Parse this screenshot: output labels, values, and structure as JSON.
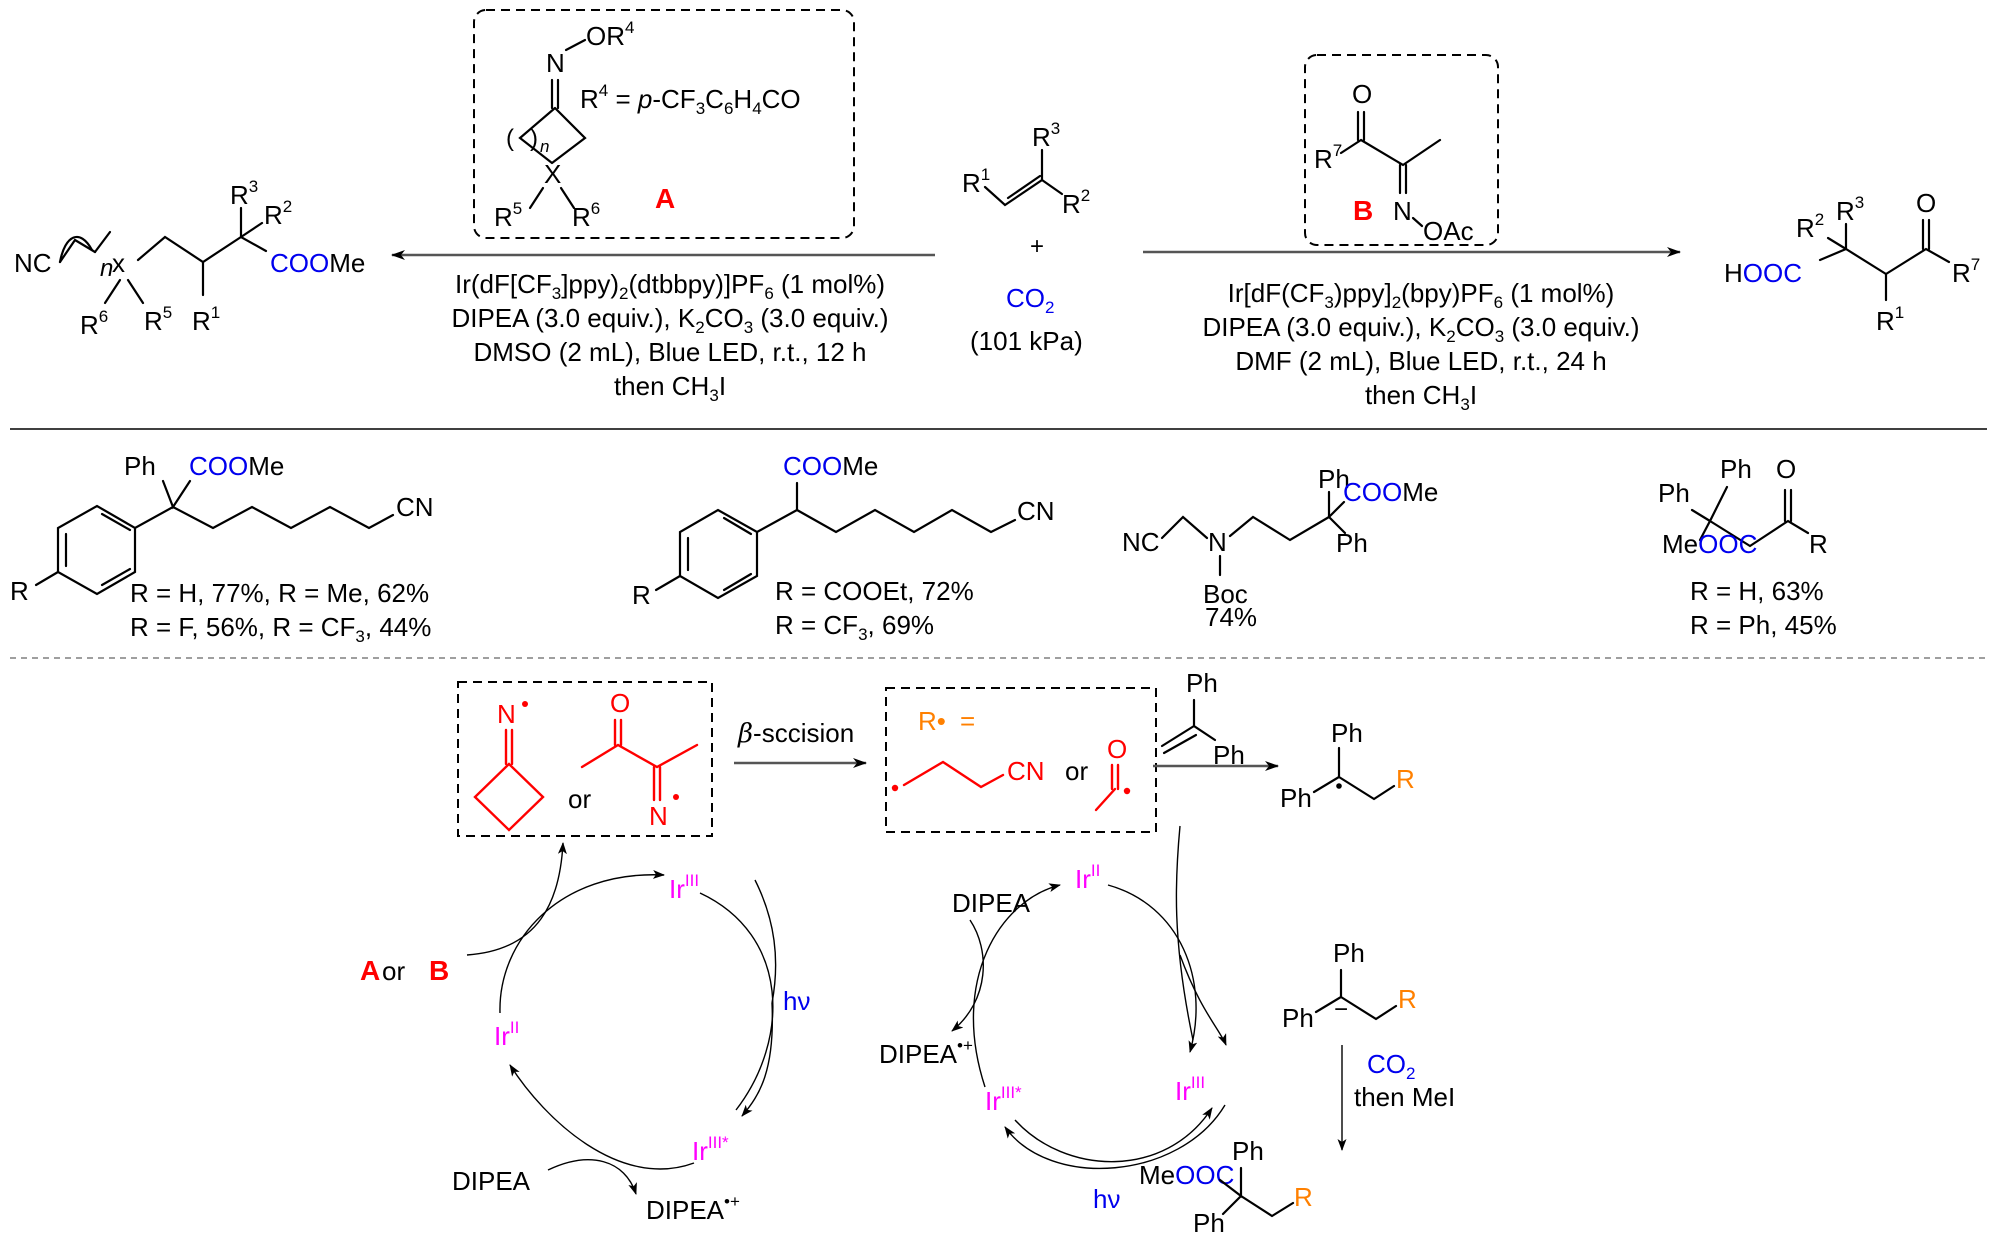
{
  "colors": {
    "carboxyl_blue": "#0000ee",
    "reagent_red": "#ff0000",
    "iridium_magenta": "#ff00ff",
    "radical_orange": "#ff8000",
    "ink": "#000000"
  },
  "top": {
    "left_product": {
      "nc": "NC",
      "n": "n",
      "x": "x",
      "r6": "R",
      "r6_sup": "6",
      "r5": "R",
      "r5_sup": "5",
      "r1": "R",
      "r1_sup": "1",
      "r3": "R",
      "r3_sup": "3",
      "r2": "R",
      "r2_sup": "2",
      "coo": "COO",
      "me": "Me"
    },
    "reagent_A": {
      "label": "A",
      "n_atom": "N",
      "or4": "OR",
      "or4_sup": "4",
      "r4_def_r": "R",
      "r4_def_sup": "4",
      "r4_def_eq": " = ",
      "r4_def_p": "p",
      "r4_def_rest": "-CF",
      "r4_def_s1": "3",
      "r4_def_c": "C",
      "r4_def_s2": "6",
      "r4_def_h": "H",
      "r4_def_s3": "4",
      "r4_def_co": "CO",
      "paren_open": "(",
      "paren_close": ")",
      "n": "n",
      "x": "X",
      "r5": "R",
      "r5_sup": "5",
      "r6": "R",
      "r6_sup": "6"
    },
    "left_conditions": {
      "line1_a": "Ir(dF[CF",
      "line1_s1": "3",
      "line1_b": "]ppy)",
      "line1_s2": "2",
      "line1_c": "(dtbbpy)]PF",
      "line1_s3": "6",
      "line1_d": " (1 mol%)",
      "line2_a": "DIPEA (3.0 equiv.), K",
      "line2_s1": "2",
      "line2_b": "CO",
      "line2_s2": "3",
      "line2_c": " (3.0 equiv.)",
      "line3": "DMSO (2 mL), Blue LED, r.t., 12 h",
      "line4_a": "then CH",
      "line4_s": "3",
      "line4_b": "I"
    },
    "alkene": {
      "r1": "R",
      "r1_sup": "1",
      "r2": "R",
      "r2_sup": "2",
      "r3": "R",
      "r3_sup": "3",
      "plus": "+",
      "co2": "CO",
      "co2_sub": "2",
      "pressure": "(101 kPa)"
    },
    "reagent_B": {
      "label": "B",
      "o": "O",
      "r7": "R",
      "r7_sup": "7",
      "n": "N",
      "oac": "OAc"
    },
    "right_conditions": {
      "line1_a": "Ir[dF(CF",
      "line1_s1": "3",
      "line1_b": ")ppy]",
      "line1_s2": "2",
      "line1_c": "(bpy)PF",
      "line1_s3": "6",
      "line1_d": " (1 mol%)",
      "line2_a": "DIPEA (3.0 equiv.), K",
      "line2_s1": "2",
      "line2_b": "CO",
      "line2_s2": "3",
      "line2_c": " (3.0 equiv.)",
      "line3": "DMF (2 mL), Blue LED, r.t., 24 h",
      "line4_a": "then CH",
      "line4_s": "3",
      "line4_b": "I"
    },
    "right_product": {
      "h": "H",
      "ooc": "OOC",
      "r2": "R",
      "r2_sup": "2",
      "r3": "R",
      "r3_sup": "3",
      "o": "O",
      "r7": "R",
      "r7_sup": "7",
      "r1": "R",
      "r1_sup": "1"
    }
  },
  "examples": [
    {
      "ph": "Ph",
      "coo": "COO",
      "me": "Me",
      "cn": "CN",
      "r": "R",
      "yield_line1": "R = H, 77%, R = Me, 62%",
      "yield_line2_a": "R = F, 56%, R = CF",
      "yield_line2_sub": "3",
      "yield_line2_b": ", 44%"
    },
    {
      "coo": "COO",
      "me": "Me",
      "cn": "CN",
      "r": "R",
      "yield_line1": "R = COOEt, 72%",
      "yield_line2_a": "R = CF",
      "yield_line2_sub": "3",
      "yield_line2_b": ", 69%"
    },
    {
      "nc": "NC",
      "n": "N",
      "boc": "Boc",
      "ph_top": "Ph",
      "coo": "COO",
      "me": "Me",
      "ph_bottom": "Ph",
      "yield": "74%"
    },
    {
      "ph_left": "Ph",
      "ph_top": "Ph",
      "o": "O",
      "me": "Me",
      "ooc": "OOC",
      "r": "R",
      "yield_line1": "R = H, 63%",
      "yield_line2": "R = Ph, 45%"
    }
  ],
  "mechanism": {
    "radicals_box": {
      "n1": "N",
      "or": "or",
      "o": "O",
      "n2": "N"
    },
    "beta_scission": {
      "beta": "β",
      "label": "-sccision"
    },
    "r_radical_box": {
      "r_def": "R•",
      "eq": " =",
      "cn": "CN",
      "or": "or",
      "o": "O"
    },
    "alkene_reagent": {
      "ph_top": "Ph",
      "ph_right": "Ph"
    },
    "radical_adduct": {
      "ph_top": "Ph",
      "ph_left": "Ph",
      "r": "R"
    },
    "cycle_left": {
      "a": "A",
      "or": " or ",
      "b": "B",
      "ir3": "Ir",
      "ir3_sup": "III",
      "hv": "hν",
      "ir2": "Ir",
      "ir2_sup": "II",
      "ir3star": "Ir",
      "ir3star_sup": "III*",
      "dipea": "DIPEA",
      "dipea_cation": "DIPEA",
      "dipea_cation_sup": "•+"
    },
    "cycle_right": {
      "dipea": "DIPEA",
      "dipea_cation": "DIPEA",
      "dipea_cation_sup": "•+",
      "ir2": "Ir",
      "ir2_sup": "II",
      "ir3": "Ir",
      "ir3_sup": "III",
      "ir3star": "Ir",
      "ir3star_sup": "III*",
      "hv": "hν"
    },
    "anion": {
      "ph_top": "Ph",
      "ph_left": "Ph",
      "minus": "−",
      "r": "R"
    },
    "carboxylation": {
      "co2": "CO",
      "co2_sub": "2",
      "then": "then MeI"
    },
    "final_product": {
      "me": "Me",
      "ooc": "OOC",
      "ph_top": "Ph",
      "ph_bottom": "Ph",
      "r": "R"
    }
  }
}
